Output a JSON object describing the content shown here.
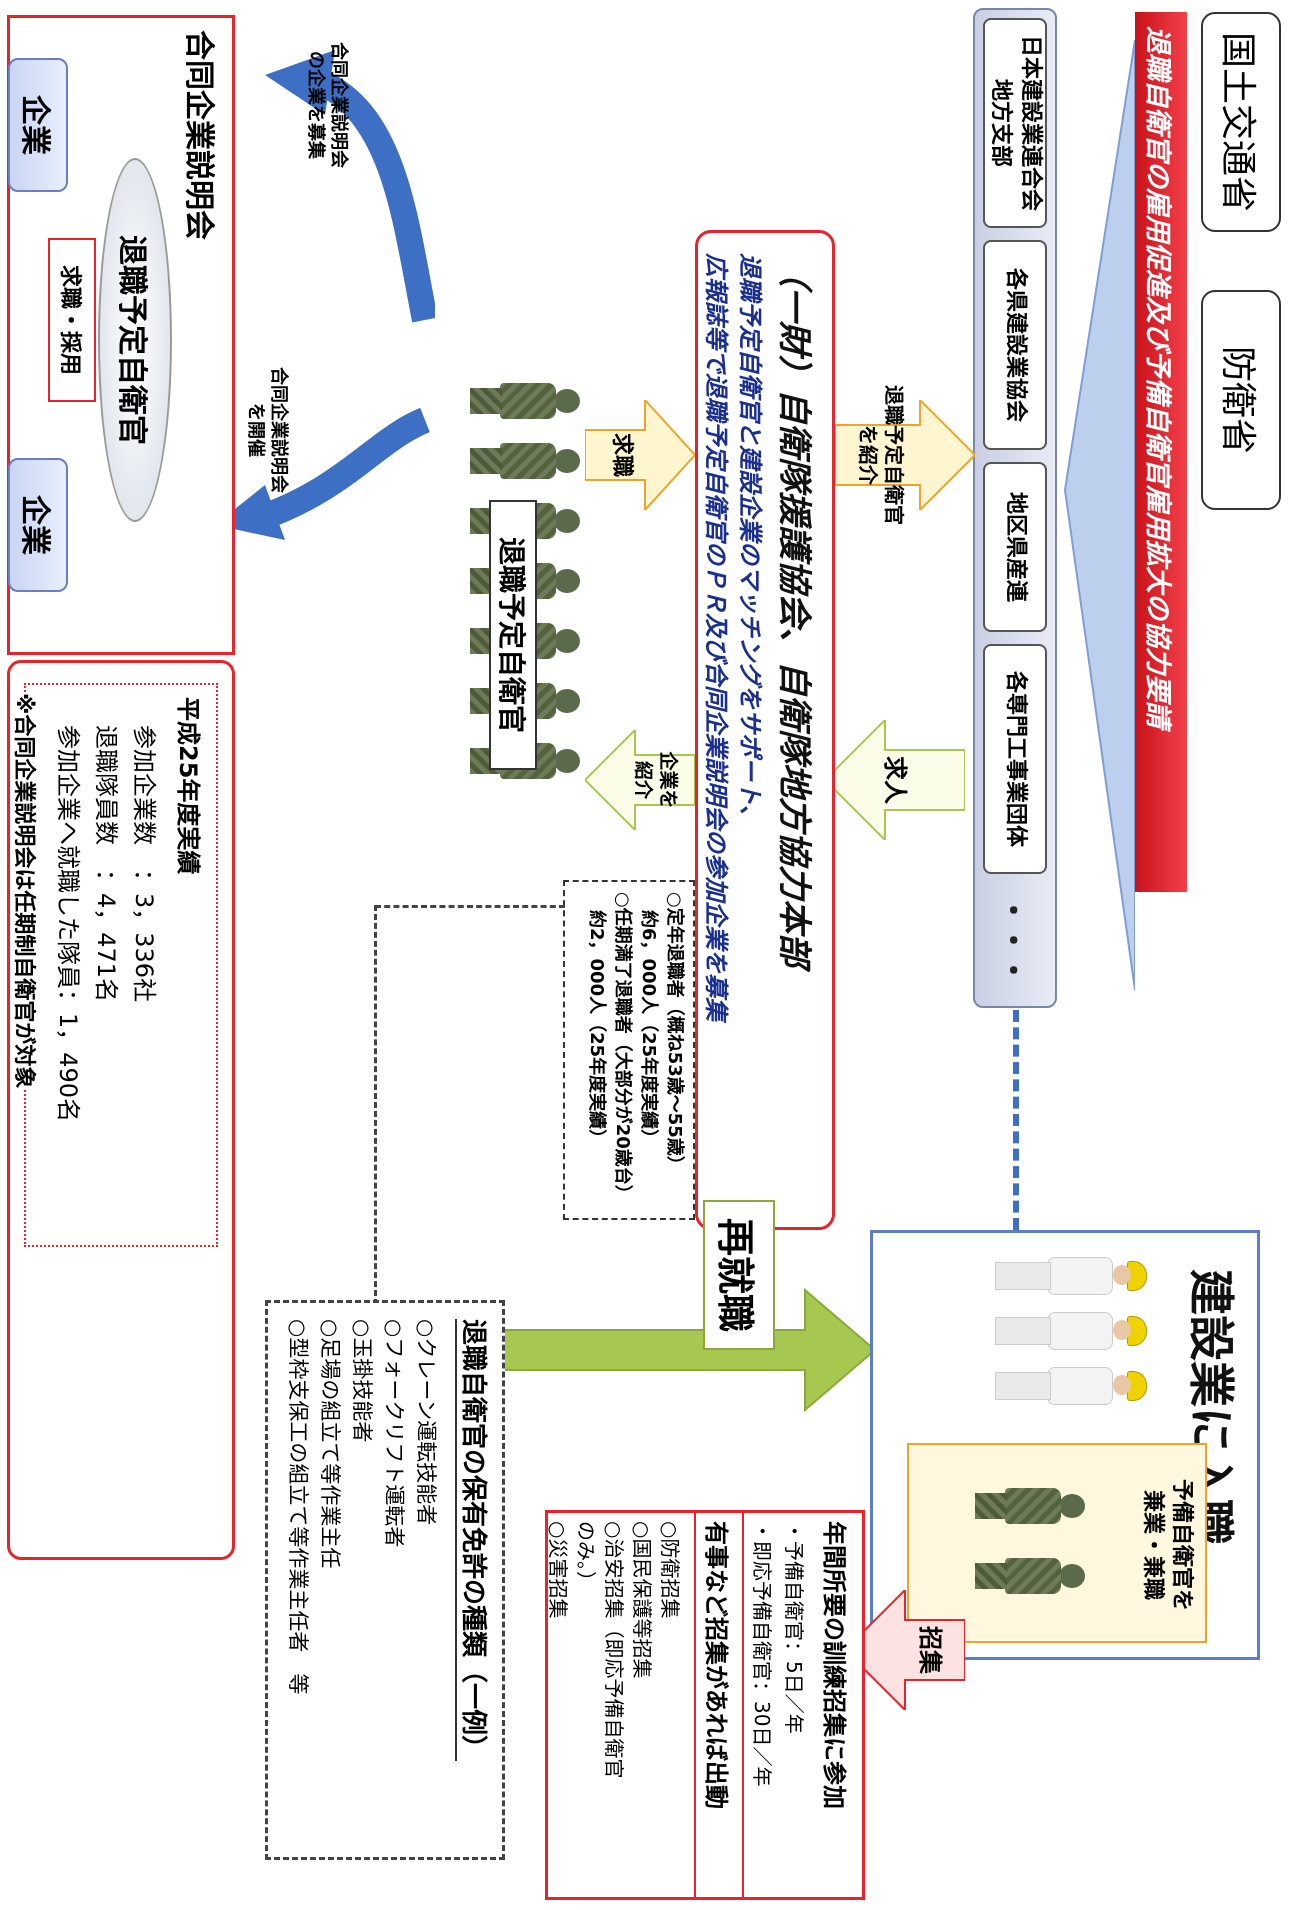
{
  "ministries": {
    "mlit": "国土交通省",
    "mod": "防衛省"
  },
  "request_banner": "退職自衛官の雇用促進及び予備自衛官雇用拡大の協力要請",
  "orgs": [
    "日本建設業連合会\n地方支部",
    "各県建設業協会",
    "地区県産連",
    "各専門工事業団体",
    "・・・"
  ],
  "labels": {
    "introduce_retirees": "退職予定自衛官\nを紹介",
    "job_offer": "求人",
    "job_seek": "求職",
    "introduce_company": "企業を\n紹介",
    "recruit_companies": "合同企業説明会\nの企業を募集",
    "hold_fair": "合同企業説明会\nを開催",
    "reemployment": "再就職",
    "call_up": "招集"
  },
  "center": {
    "title": "（一財）自衛隊援護協会、自衛隊地方協力本部",
    "line1": "退職予定自衛官と建設企業のマッチングをサポート、",
    "line2": "広報誌等で退職予定自衛官のＰＲ及び合同企業説明会の参加企業を募集"
  },
  "retiree_stats": [
    "○定年退職者（概ね53歳～55歳）",
    "　約6，000人（25年度実績）",
    "○任期満了退職者（大部分が20歳台）",
    "　約2，000人（25年度実績）"
  ],
  "retiring_sdf_label": "退職予定自衛官",
  "construction": {
    "title": "建設業に入職",
    "reserve_label": "予備自衛官を\n兼業・兼職"
  },
  "training": {
    "title": "年間所要の訓練招集に参加",
    "items": [
      "・予備自衛官：5日／年",
      "・即応予備自衛官：30日／年"
    ]
  },
  "emergency": {
    "title": "有事など招集があれば出動",
    "items": [
      "○防衛招集",
      "○国民保護等招集",
      "○治安招集（即応予備自衛官",
      "のみ。）",
      "○災害招集"
    ]
  },
  "licenses": {
    "title": "退職自衛官の保有免許の種類（一例）",
    "items": [
      "○クレーン運転技能者",
      "○フォークリフト運転者",
      "○玉掛技能者",
      "○足場の組立て等作業主任",
      "○型枠支保工の組立て等作業主任者　等"
    ]
  },
  "fair": {
    "title": "合同企業説明会",
    "ellipse": "退職予定自衛官",
    "hire": "求職・採用",
    "company": "企業",
    "results_title": "平成25年度実績",
    "results": [
      "参加企業数　：3，336社",
      "退職隊員数　：4，471名",
      "参加企業へ就職した隊員：1，490名"
    ],
    "note": "※合同企業説明会は任期制自衛官が対象"
  },
  "colors": {
    "red": "#e8232a",
    "blue": "#3d6fc4",
    "green": "#a6c750",
    "navy": "#1a2f8f",
    "orange": "#f08a3a"
  }
}
